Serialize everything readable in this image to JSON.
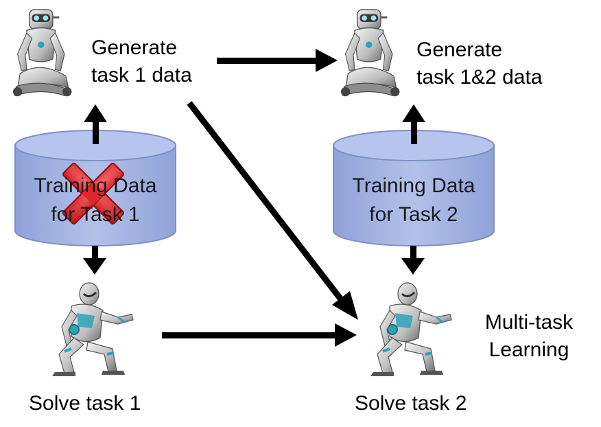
{
  "nodes": {
    "gen1": {
      "line1": "Generate",
      "line2": "task 1 data"
    },
    "gen12": {
      "line1": "Generate",
      "line2": "task 1&2 data"
    },
    "db1": {
      "line1": "Training Data",
      "line2": "for Task 1"
    },
    "db2": {
      "line1": "Training Data",
      "line2": "for Task 2"
    },
    "solve1": {
      "label": "Solve task 1"
    },
    "solve2": {
      "label": "Solve task 2"
    },
    "mtl": {
      "line1": "Multi-task",
      "line2": "Learning"
    }
  },
  "colors": {
    "cylinder_fill": "#9fb0e0",
    "cylinder_stroke": "#7d8fc6",
    "arrow": "#000000",
    "cross_fill": "#e8232a",
    "cross_stroke": "#8b0e12",
    "robot_body": "#d9d9d9",
    "robot_dark": "#4a4a4a",
    "robot_accent": "#2aa5b8"
  },
  "icons": {
    "generator_robot": "sitting-robot-icon",
    "solver_robot": "crouching-robot-icon",
    "discard": "red-x-icon"
  }
}
